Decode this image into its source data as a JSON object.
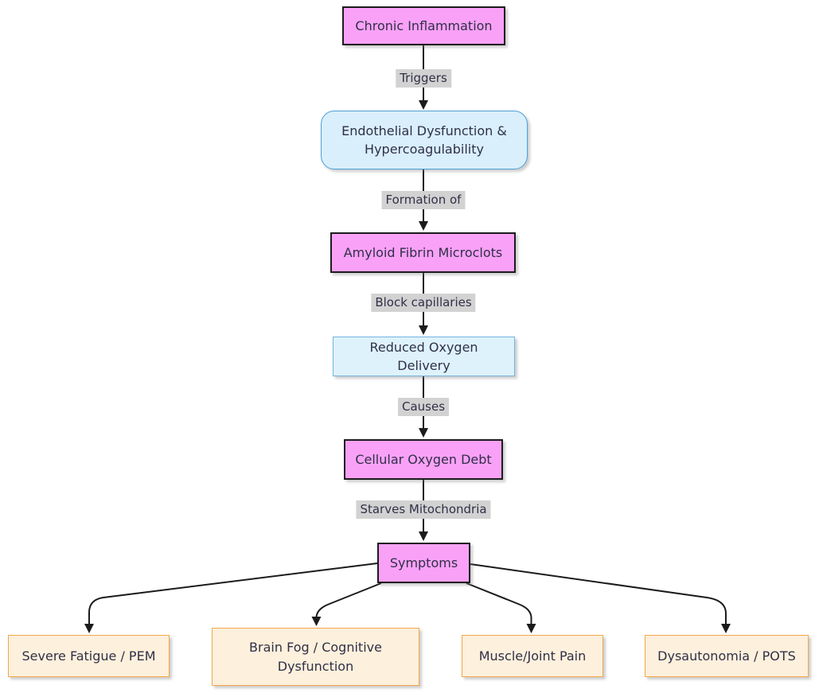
{
  "diagram": {
    "type": "flowchart",
    "direction": "top-down",
    "nodes": [
      {
        "id": "chronic-inflammation",
        "label": "Chronic Inflammation",
        "style": "pink"
      },
      {
        "id": "endothelial-dysfunction",
        "label": "Endothelial Dysfunction & Hypercoagulability",
        "style": "blue-rounded"
      },
      {
        "id": "amyloid-fibrin-microclots",
        "label": "Amyloid Fibrin Microclots",
        "style": "pink"
      },
      {
        "id": "reduced-oxygen-delivery",
        "label": "Reduced Oxygen Delivery",
        "style": "blue"
      },
      {
        "id": "cellular-oxygen-debt",
        "label": "Cellular Oxygen Debt",
        "style": "pink"
      },
      {
        "id": "symptoms",
        "label": "Symptoms",
        "style": "pink"
      },
      {
        "id": "severe-fatigue-pem",
        "label": "Severe Fatigue / PEM",
        "style": "orange"
      },
      {
        "id": "brain-fog-cognitive-dysfunction",
        "label": "Brain Fog / Cognitive Dysfunction",
        "style": "orange"
      },
      {
        "id": "muscle-joint-pain",
        "label": "Muscle/Joint Pain",
        "style": "orange"
      },
      {
        "id": "dysautonomia-pots",
        "label": "Dysautonomia / POTS",
        "style": "orange"
      }
    ],
    "edges": [
      {
        "from": "chronic-inflammation",
        "to": "endothelial-dysfunction",
        "label": "Triggers"
      },
      {
        "from": "endothelial-dysfunction",
        "to": "amyloid-fibrin-microclots",
        "label": "Formation of"
      },
      {
        "from": "amyloid-fibrin-microclots",
        "to": "reduced-oxygen-delivery",
        "label": "Block capillaries"
      },
      {
        "from": "reduced-oxygen-delivery",
        "to": "cellular-oxygen-debt",
        "label": "Causes"
      },
      {
        "from": "cellular-oxygen-debt",
        "to": "symptoms",
        "label": "Starves Mitochondria"
      },
      {
        "from": "symptoms",
        "to": "severe-fatigue-pem",
        "label": ""
      },
      {
        "from": "symptoms",
        "to": "brain-fog-cognitive-dysfunction",
        "label": ""
      },
      {
        "from": "symptoms",
        "to": "muscle-joint-pain",
        "label": ""
      },
      {
        "from": "symptoms",
        "to": "dysautonomia-pots",
        "label": ""
      }
    ]
  },
  "colors": {
    "pink-fill": "#f9a1f7",
    "pink-border": "#1c1c1c",
    "blue-fill": "#d9effb",
    "blue-border": "#4e9fd6",
    "blue2-fill": "#def2fc",
    "blue2-border": "#72b4e2",
    "orange-fill": "#fdf0dc",
    "orange-border": "#f2a64a",
    "label-bg": "#d2d2d2",
    "text": "#303048",
    "line": "#1b1b1b"
  }
}
